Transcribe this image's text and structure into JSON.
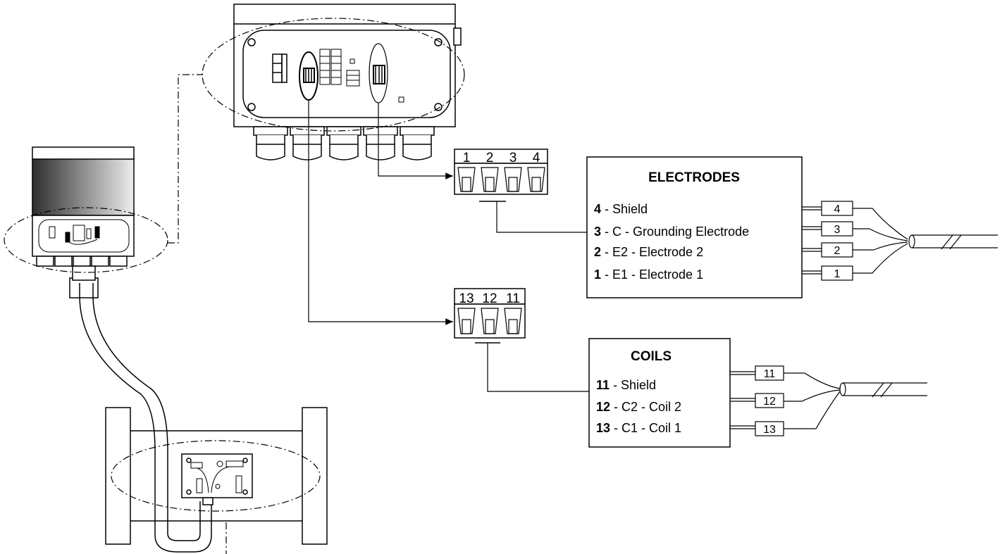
{
  "electrodes": {
    "title": "ELECTRODES",
    "lines": [
      {
        "num": "4",
        "text": " - Shield"
      },
      {
        "num": "3",
        "text": " - C - Grounding Electrode"
      },
      {
        "num": "2",
        "text": " - E2 - Electrode 2"
      },
      {
        "num": "1",
        "text": " - E1 - Electrode 1"
      }
    ],
    "wire_tags": [
      "4",
      "3",
      "2",
      "1"
    ]
  },
  "coils": {
    "title": "COILS",
    "lines": [
      {
        "num": "11",
        "text": " - Shield"
      },
      {
        "num": "12",
        "text": " - C2 - Coil 2"
      },
      {
        "num": "13",
        "text": " - C1 - Coil 1"
      }
    ],
    "wire_tags": [
      "11",
      "12",
      "13"
    ]
  },
  "electrode_terminal_block": {
    "labels": [
      "1",
      "2",
      "3",
      "4"
    ]
  },
  "coil_terminal_block": {
    "labels": [
      "13",
      "12",
      "11"
    ]
  },
  "colors": {
    "line": "#000000",
    "display_dark": "#3a3a3a",
    "display_light": "#e8e8e8"
  }
}
